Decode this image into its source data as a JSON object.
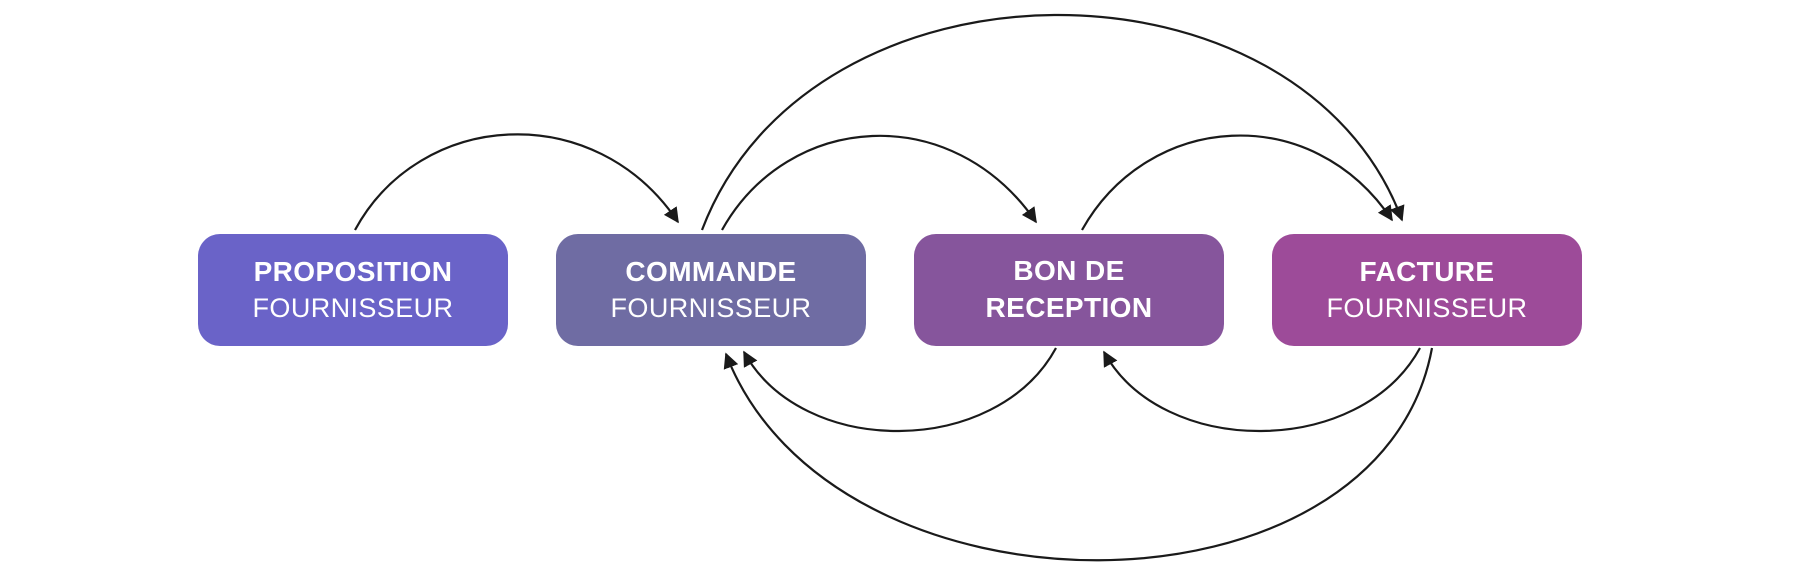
{
  "diagram": {
    "background": "#ffffff",
    "arrow_color": "#1a1a1a",
    "nodes": [
      {
        "id": "proposition-fournisseur",
        "line1": "PROPOSITION",
        "line2": "FOURNISSEUR",
        "color": "#6a63c8"
      },
      {
        "id": "commande-fournisseur",
        "line1": "COMMANDE",
        "line2": "FOURNISSEUR",
        "color": "#6f6ca3"
      },
      {
        "id": "bon-de-reception",
        "line1": "BON DE",
        "line2": "RECEPTION",
        "color": "#86559c"
      },
      {
        "id": "facture-fournisseur",
        "line1": "FACTURE",
        "line2": "FOURNISSEUR",
        "color": "#9d4b99"
      }
    ],
    "edges": [
      {
        "from": "proposition-fournisseur",
        "to": "commande-fournisseur",
        "side": "top"
      },
      {
        "from": "commande-fournisseur",
        "to": "bon-de-reception",
        "side": "top"
      },
      {
        "from": "commande-fournisseur",
        "to": "facture-fournisseur",
        "side": "top"
      },
      {
        "from": "bon-de-reception",
        "to": "facture-fournisseur",
        "side": "top"
      },
      {
        "from": "bon-de-reception",
        "to": "commande-fournisseur",
        "side": "bottom"
      },
      {
        "from": "facture-fournisseur",
        "to": "bon-de-reception",
        "side": "bottom"
      },
      {
        "from": "facture-fournisseur",
        "to": "commande-fournisseur",
        "side": "bottom"
      }
    ]
  }
}
